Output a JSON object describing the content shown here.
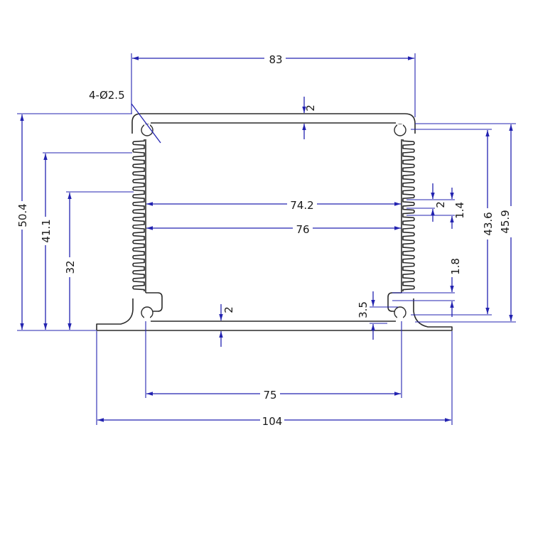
{
  "drawing": {
    "hole_callout": "4-Ø2.5",
    "dimensions": {
      "top_width": "83",
      "overall_width": "104",
      "bottom_inner_width": "75",
      "inner_width_fins": "74.2",
      "inner_width": "76",
      "overall_height": "50.4",
      "height_41": "41.1",
      "height_32": "32",
      "inner_height": "43.6",
      "height_45": "45.9",
      "top_wall": "2",
      "bottom_wall": "2",
      "fin_gap": "2",
      "fin_thickness": "1.4",
      "fin_pitch": "1.8",
      "slot_height": "3.5"
    }
  },
  "colors": {
    "dimension_line": "#2323b0",
    "profile_line": "#2b2b2b",
    "background": "#ffffff"
  }
}
